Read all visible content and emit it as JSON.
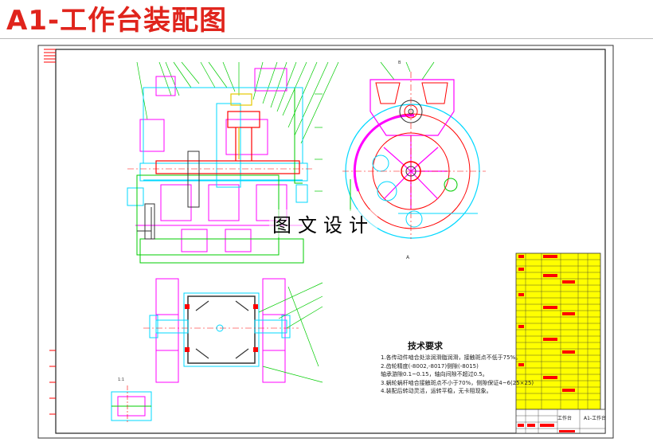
{
  "page_title": "A1-工作台装配图",
  "watermark": "图文设计",
  "tech_requirements": {
    "title": "技术要求",
    "items": [
      "1.各传动件啮合处涂润滑脂润滑，接触斑点不低于75%。",
      "2.齿轮精度(-8002,-8017)侧隙(-8015)",
      "  轴承游隙0.1~0.15，轴向间隙不超过0.5。",
      "3.蜗轮蜗杆啮合接触斑点不小于70%，侧隙保证4~6(25×25)",
      "4.装配后转动灵活，运转平稳，无卡阻现象。"
    ]
  },
  "title_block": {
    "drawing_name": "工作台",
    "drawing_code": "A1-工作台"
  },
  "colors": {
    "title_red": "#e0241c",
    "part_cyan": "#00d8ff",
    "part_green": "#00cc00",
    "part_magenta": "#ff00ff",
    "part_red": "#ff0000",
    "part_yellow": "#ffff00",
    "outline_dark": "#333333"
  }
}
